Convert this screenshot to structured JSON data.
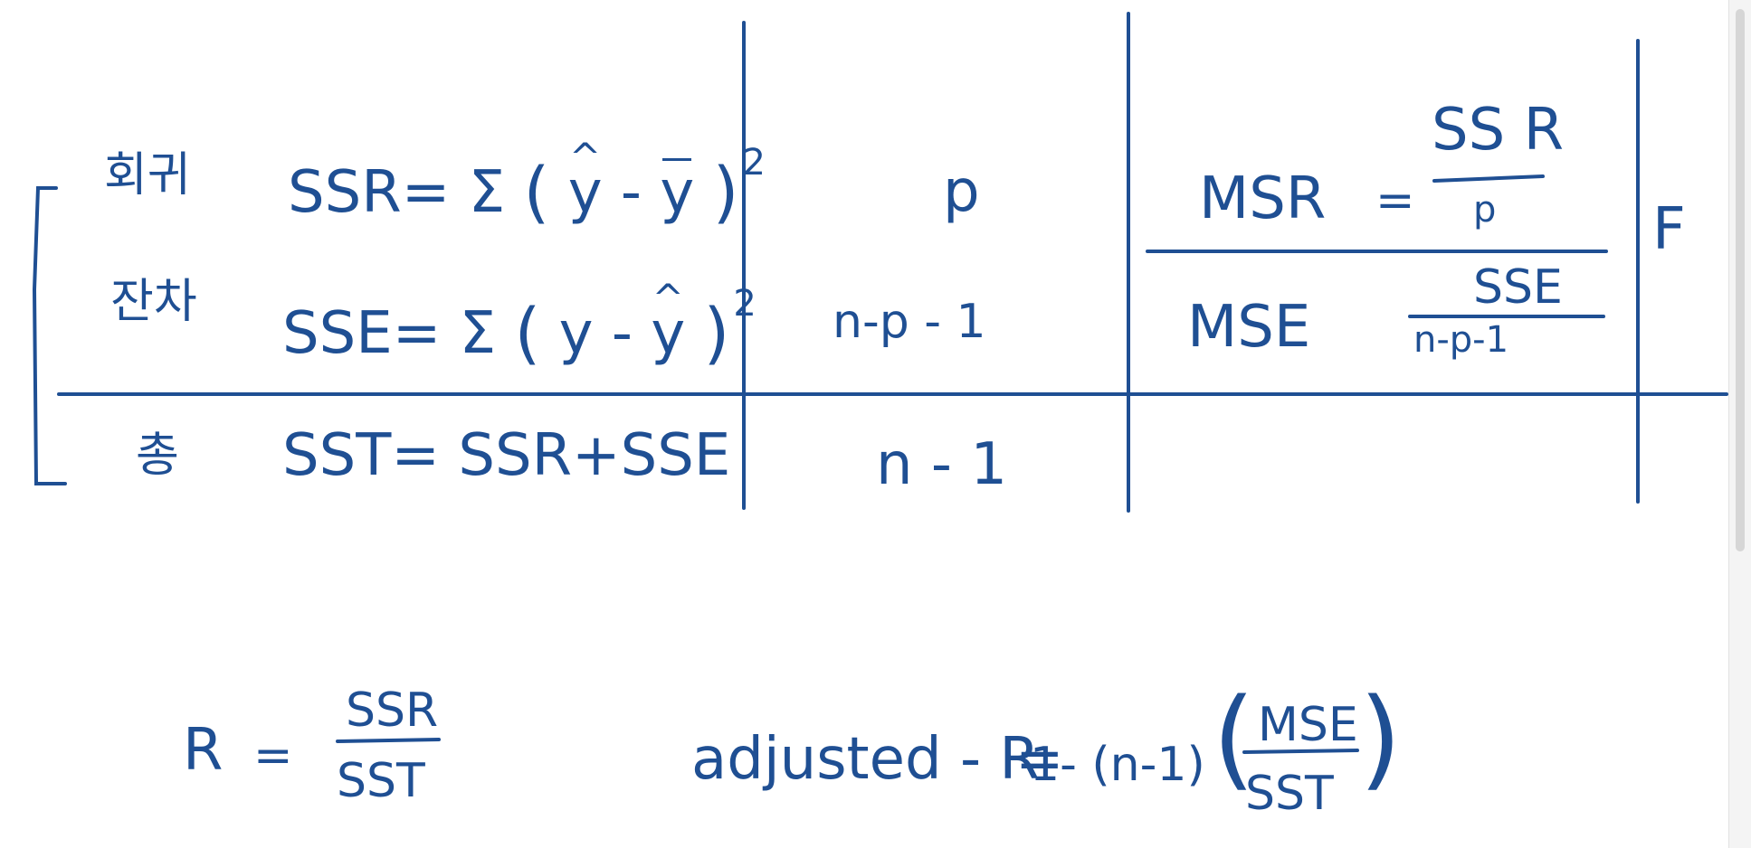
{
  "table": {
    "rows": [
      {
        "label": "회귀",
        "formula": {
          "name": "SSR",
          "eq": "=",
          "sum": "Σ",
          "open": "(",
          "yhat": "y",
          "minus": "-",
          "ybar": "y",
          "close": ")",
          "exp": "2"
        },
        "df": "p",
        "ms": {
          "name": "MSR",
          "eq": "=",
          "numerator": "SS R",
          "denominator": "p"
        }
      },
      {
        "label": "잔차",
        "formula": {
          "name": "SSE",
          "eq": "=",
          "sum": "Σ",
          "open": "(",
          "y": "y",
          "minus": "-",
          "yhat": "y",
          "close": ")",
          "exp": "2"
        },
        "df": "n-p - 1",
        "ms": {
          "name": "MSE",
          "numerator": "SSE",
          "denominator": "n-p-1"
        }
      },
      {
        "label": "총",
        "formula_text": "SST= SSR+SSE",
        "df": "n - 1"
      }
    ],
    "f_label": "F"
  },
  "bottom": {
    "r": {
      "lhs": "R",
      "eq": "=",
      "numerator": "SSR",
      "denominator": "SST"
    },
    "adj": {
      "lhs": "adjusted - R",
      "eq": "=",
      "rhs_prefix": "1- (n-1)",
      "open": "(",
      "numerator": "MSE",
      "denominator": "SST",
      "close": ")"
    }
  },
  "colors": {
    "ink": "#1f4f93",
    "background": "#ffffff"
  }
}
